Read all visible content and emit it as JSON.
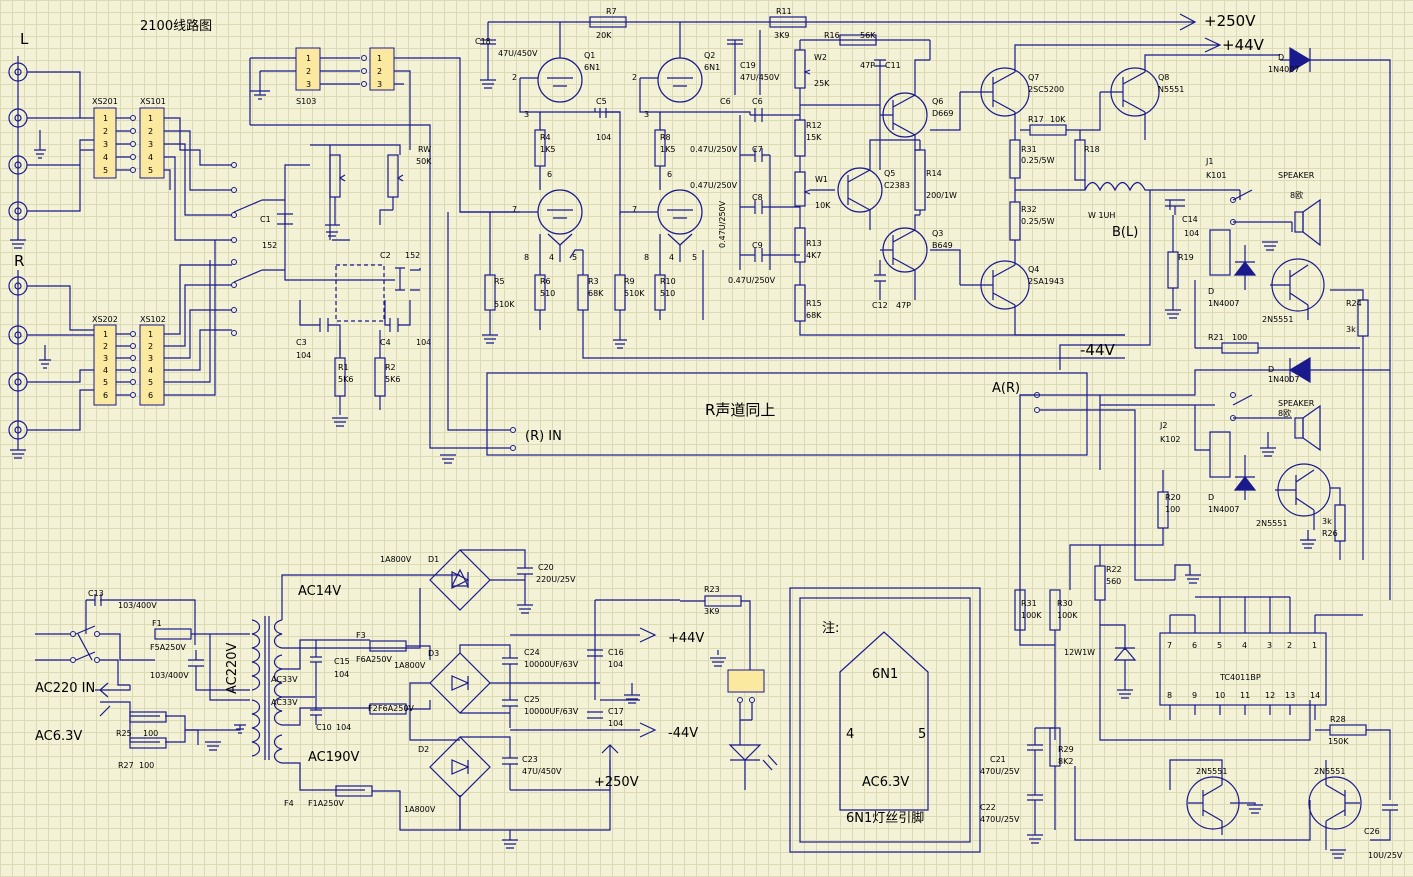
{
  "title": "2100线路图",
  "inputs": {
    "left": "L",
    "right": "R"
  },
  "connectors": {
    "xs201": "XS201",
    "xs101": "XS101",
    "xs202": "XS202",
    "xs102": "XS102",
    "s103": "S103",
    "pins5": [
      "1",
      "2",
      "3",
      "4",
      "5"
    ],
    "pins6": [
      "1",
      "2",
      "3",
      "4",
      "5",
      "6"
    ],
    "pins3": [
      "1",
      "2",
      "3"
    ]
  },
  "tone": {
    "rw": "RW",
    "rw_val": "50K",
    "c1": "C1",
    "c1_val": "152",
    "c2": "C2",
    "c2_val": "152",
    "c3": "C3",
    "c3_val": "104",
    "c4": "C4",
    "c4_val": "104",
    "r1": "R1",
    "r1_val": "5K6",
    "r2": "R2",
    "r2_val": "5K6"
  },
  "tubes": {
    "c18": "C18",
    "c18_val": "47U/450V",
    "q1": "Q1",
    "q1_val": "6N1",
    "q2": "Q2",
    "q2_val": "6N1",
    "r7": "R7",
    "r7_val": "20K",
    "r11": "R11",
    "r11_val": "3K9",
    "c19": "C19",
    "c19_val": "47U/450V",
    "c5": "C5",
    "c5_val": "104",
    "r4": "R4",
    "r4_val": "1K5",
    "r8": "R8",
    "r8_val": "1K5",
    "r5": "R5",
    "r5_val": "510K",
    "r6": "R6",
    "r6_val": "510",
    "r3": "R3",
    "r3_val": "68K",
    "r9": "R9",
    "r9_val": "510K",
    "r10": "R10",
    "r10_val": "510",
    "pin2": "2",
    "pin3": "3",
    "pin6": "6",
    "pin7": "7",
    "pin8": "8",
    "pin4": "4",
    "pin5": "5"
  },
  "driver": {
    "c6": "C6",
    "c7": "C7",
    "c8": "C8",
    "c9": "C9",
    "cap_val": "0.47U/250V",
    "r12": "R12",
    "r12_val": "15K",
    "w1": "W1",
    "w1_val": "10K",
    "r13": "R13",
    "r13_val": "4K7",
    "r15": "R15",
    "r15_val": "68K",
    "w2": "W2",
    "w2_val": "25K",
    "r16": "R16",
    "r16_val": "56K",
    "c11": "C11",
    "c11_val": "47P",
    "c12": "C12",
    "c12_val": "47P",
    "q5": "Q5",
    "q5_val": "C2383",
    "q6": "Q6",
    "q6_val": "D669",
    "q3": "Q3",
    "q3_val": "B649",
    "r14": "R14",
    "r14_val": "200/1W",
    "q7": "Q7",
    "q7_val": "2SC5200",
    "q4": "Q4",
    "q4_val": "2SA1943",
    "q8": "Q8",
    "q8_val": "N5551",
    "r17": "R17",
    "r17_val": "10K",
    "r18": "R18",
    "r31": "R31",
    "r31_val": "0.25/5W",
    "r32": "R32",
    "r32_val": "0.25/5W",
    "l_val": "W 1UH",
    "c14": "C14",
    "c14_val": "104",
    "r19": "R19",
    "d_top": "D",
    "d_top_val": "1N4007",
    "j1": "J1",
    "k101": "K101",
    "speaker": "SPEAKER",
    "ohm": "8欧",
    "r24": "R24",
    "r24_val": "3k",
    "r21": "R21",
    "r21_val": "100",
    "d_mid": "D",
    "d_mid_val": "1N4007",
    "q_relay": "2N5551",
    "b_out": "B(L)",
    "rail_250": "+250V",
    "rail_44": "+44V",
    "rail_m44": "-44V"
  },
  "right_channel": {
    "box_label": "R声道同上",
    "in_label": "(R) IN",
    "a_label": "A(R)",
    "j2": "J2",
    "k102": "K102",
    "speaker": "SPEAKER",
    "ohm": "8欧",
    "r20": "R20",
    "r20_val": "100",
    "d": "D",
    "d_val": "1N4007",
    "q_relay": "2N5551",
    "r26": "R26",
    "r26_val": "3k",
    "d_low": "D",
    "d_low_val": "1N4007"
  },
  "power": {
    "c13": "C13",
    "c13_val": "103/400V",
    "f1": "F1",
    "f1_val": "F5A250V",
    "cx_val": "103/400V",
    "ac220": "AC220V",
    "ac220_in": "AC220 IN",
    "ac63": "AC6.3V",
    "ac14": "AC14V",
    "ac33a": "AC33V",
    "ac33b": "AC33V",
    "ac190": "AC190V",
    "r25": "R25",
    "r25_val": "100",
    "r27": "R27",
    "r27_val": "100",
    "d1": "D1",
    "d1_val": "1A800V",
    "d2": "D2",
    "d2_val": "1A800V",
    "d3": "D3",
    "d3_val": "1A800V",
    "f3": "F3",
    "f3_val": "F6A250V",
    "f2": "F2",
    "f2_val": "F6A250V",
    "f4": "F4",
    "f4_val": "F1A250V",
    "c15": "C15",
    "c15_val": "104",
    "c10": "C10",
    "c10_val": "104",
    "c20": "C20",
    "c20_val": "220U/25V",
    "c24": "C24",
    "c24_val": "10000UF/63V",
    "c25": "C25",
    "c25_val": "10000UF/63V",
    "c16": "C16",
    "c16_val": "104",
    "c17": "C17",
    "c17_val": "104",
    "c23": "C23",
    "c23_val": "47U/450V",
    "out_p44": "+44V",
    "out_m44": "-44V",
    "out_250": "+250V",
    "r23": "R23",
    "r23_val": "3K9"
  },
  "note": {
    "title": "注:",
    "tube": "6N1",
    "pin4": "4",
    "pin5": "5",
    "ac": "AC6.3V",
    "caption": "6N1灯丝引脚"
  },
  "protect": {
    "r31": "R31",
    "r31_val": "100K",
    "r30": "R30",
    "r30_val": "100K",
    "r22": "R22",
    "r22_val": "560",
    "zener": "12W1W",
    "c21": "C21",
    "c21_val": "470U/25V",
    "c22": "C22",
    "c22_val": "470U/25V",
    "r29": "R29",
    "r29_val": "8K2",
    "ic": "TC4011BP",
    "ic_top": [
      "7",
      "6",
      "5",
      "4",
      "3",
      "2",
      "1"
    ],
    "ic_bot": [
      "8",
      "9",
      "10",
      "11",
      "12",
      "13",
      "14"
    ],
    "r28": "R28",
    "r28_val": "150K",
    "q_a": "2N5551",
    "q_b": "2N5551",
    "c26": "C26",
    "c26_val": "10U/25V"
  }
}
